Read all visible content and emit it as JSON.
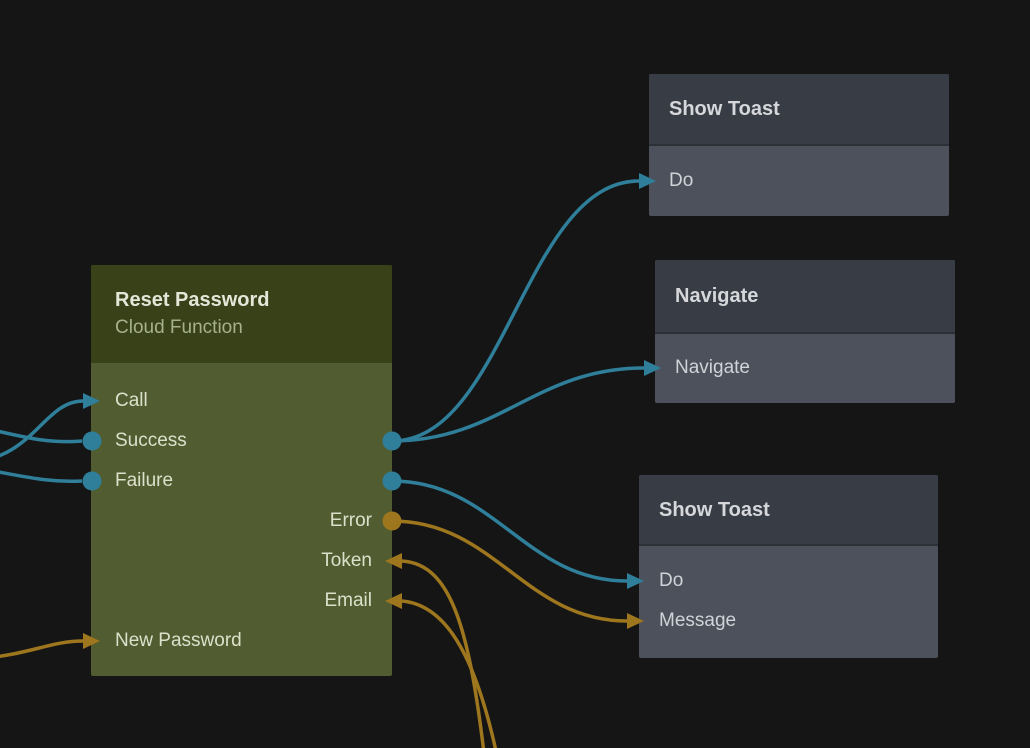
{
  "colors": {
    "background": "#151515",
    "teal": "#2f7f9a",
    "gold": "#9d761e",
    "green_header": "#394119",
    "green_body": "#515c31",
    "gray_header": "#383c45",
    "gray_body": "#4c515c"
  },
  "nodes": {
    "reset_password": {
      "title": "Reset Password",
      "subtitle": "Cloud Function",
      "ports": {
        "call": {
          "label": "Call",
          "side": "left",
          "marker": "arrow-in"
        },
        "success": {
          "label": "Success",
          "side": "left",
          "marker": "circle-out"
        },
        "failure": {
          "label": "Failure",
          "side": "left",
          "marker": "circle-out"
        },
        "error": {
          "label": "Error",
          "side": "right",
          "marker": "circle-out"
        },
        "token": {
          "label": "Token",
          "side": "right",
          "marker": "arrow-in"
        },
        "email": {
          "label": "Email",
          "side": "right",
          "marker": "arrow-in"
        },
        "new_password": {
          "label": "New Password",
          "side": "left",
          "marker": "arrow-in"
        }
      }
    },
    "show_toast_top": {
      "title": "Show Toast",
      "ports": {
        "do": {
          "label": "Do",
          "side": "left",
          "marker": "arrow-in"
        }
      }
    },
    "navigate": {
      "title": "Navigate",
      "ports": {
        "navigate": {
          "label": "Navigate",
          "side": "left",
          "marker": "arrow-in"
        }
      }
    },
    "show_toast_bottom": {
      "title": "Show Toast",
      "ports": {
        "do": {
          "label": "Do",
          "side": "left",
          "marker": "arrow-in"
        },
        "message": {
          "label": "Message",
          "side": "left",
          "marker": "arrow-in"
        }
      }
    }
  },
  "edges": [
    {
      "from": "off-screen-left",
      "to": "reset_password.call",
      "color": "teal"
    },
    {
      "from": "reset_password.success",
      "to": "off-screen-left",
      "color": "teal"
    },
    {
      "from": "reset_password.failure",
      "to": "off-screen-left",
      "color": "teal"
    },
    {
      "from": "reset_password.success",
      "to": "show_toast_top.do",
      "color": "teal"
    },
    {
      "from": "reset_password.success",
      "to": "navigate.navigate",
      "color": "teal"
    },
    {
      "from": "reset_password.failure",
      "to": "show_toast_bottom.do",
      "color": "teal"
    },
    {
      "from": "reset_password.error",
      "to": "show_toast_bottom.message",
      "color": "gold"
    },
    {
      "from": "off-screen-bottom",
      "to": "reset_password.token",
      "color": "gold"
    },
    {
      "from": "off-screen-bottom",
      "to": "reset_password.email",
      "color": "gold"
    },
    {
      "from": "off-screen-left",
      "to": "reset_password.new_password",
      "color": "gold"
    }
  ]
}
